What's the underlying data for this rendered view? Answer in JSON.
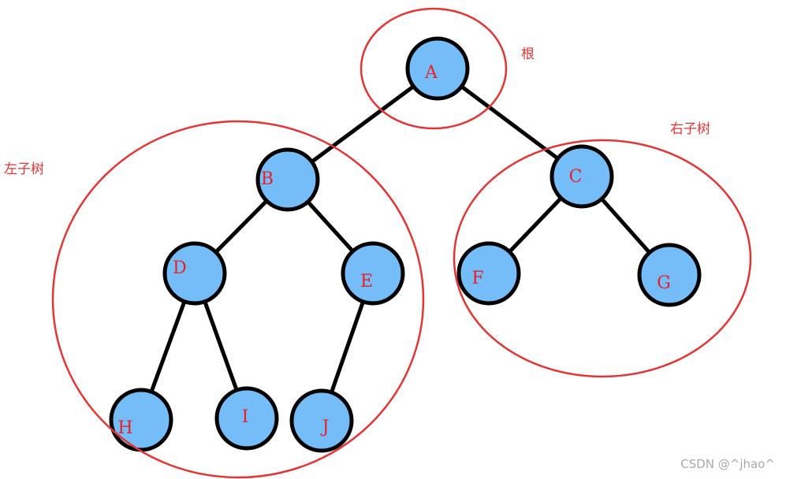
{
  "nodes": {
    "A": {
      "label": "A"
    },
    "B": {
      "label": "B"
    },
    "C": {
      "label": "C"
    },
    "D": {
      "label": "D"
    },
    "E": {
      "label": "E"
    },
    "F": {
      "label": "F"
    },
    "G": {
      "label": "G"
    },
    "H": {
      "label": "H"
    },
    "I": {
      "label": "I"
    },
    "J": {
      "label": "J"
    }
  },
  "edges": [
    [
      "A",
      "B"
    ],
    [
      "A",
      "C"
    ],
    [
      "B",
      "D"
    ],
    [
      "B",
      "E"
    ],
    [
      "C",
      "F"
    ],
    [
      "C",
      "G"
    ],
    [
      "D",
      "H"
    ],
    [
      "D",
      "I"
    ],
    [
      "E",
      "J"
    ]
  ],
  "annotations": {
    "root": "根",
    "left_subtree": "左子树",
    "right_subtree": "右子树"
  },
  "watermark": "CSDN @^jhao^",
  "colors": {
    "node_fill": "#74bdf8",
    "node_stroke": "#000000",
    "label": "#e8202a",
    "ring": "#e63434"
  }
}
